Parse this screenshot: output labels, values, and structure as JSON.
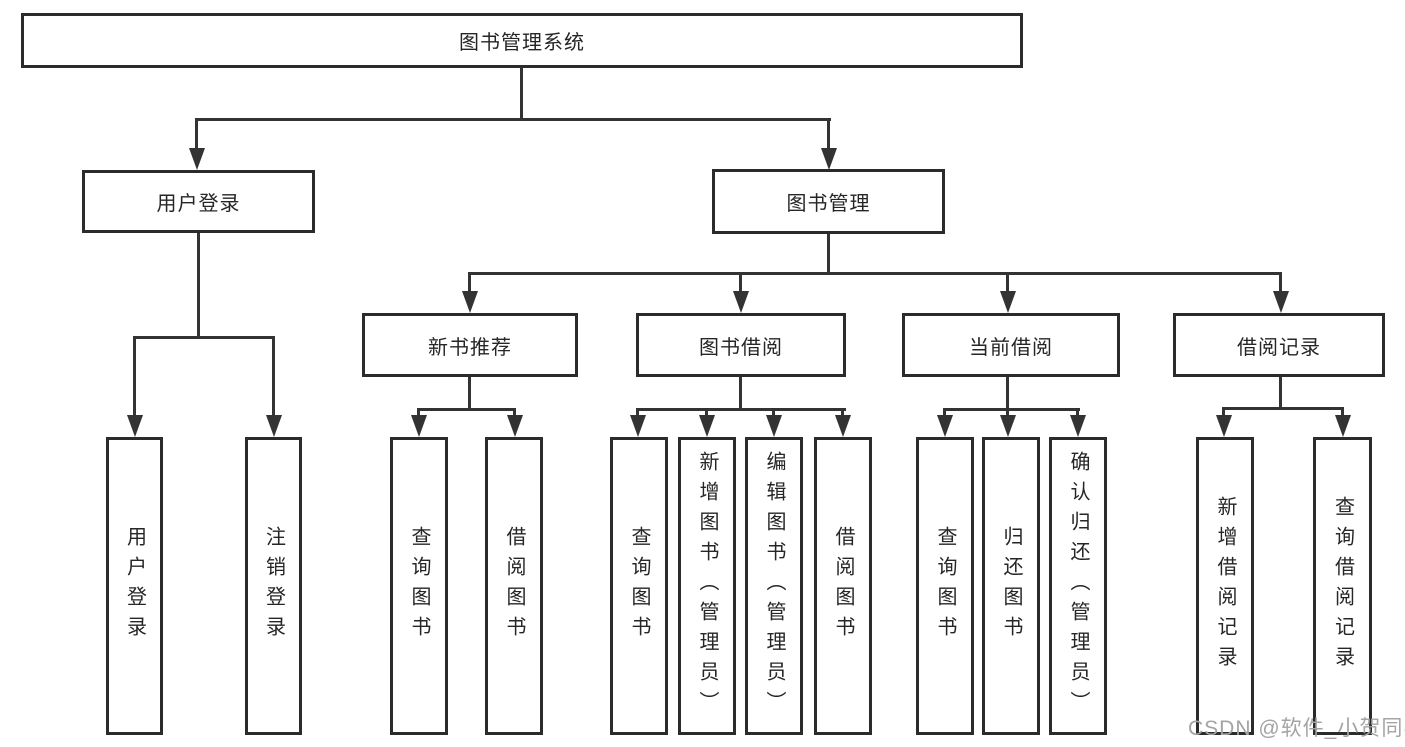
{
  "diagram_title": "图书管理系统",
  "tree": {
    "root": {
      "label": "图书管理系统",
      "children": [
        {
          "label": "用户登录",
          "children": [
            {
              "label": "用户登录"
            },
            {
              "label": "注销登录"
            }
          ]
        },
        {
          "label": "图书管理",
          "children": [
            {
              "label": "新书推荐",
              "children": [
                {
                  "label": "查询图书"
                },
                {
                  "label": "借阅图书"
                }
              ]
            },
            {
              "label": "图书借阅",
              "children": [
                {
                  "label": "查询图书"
                },
                {
                  "label": "新增图书（管理员）"
                },
                {
                  "label": "编辑图书（管理员）"
                },
                {
                  "label": "借阅图书"
                }
              ]
            },
            {
              "label": "当前借阅",
              "children": [
                {
                  "label": "查询图书"
                },
                {
                  "label": "归还图书"
                },
                {
                  "label": "确认归还（管理员）"
                }
              ]
            },
            {
              "label": "借阅记录",
              "children": [
                {
                  "label": "新增借阅记录"
                },
                {
                  "label": "查询借阅记录"
                }
              ]
            }
          ]
        }
      ]
    }
  },
  "watermark": {
    "text": "CSDN @软件_小贺同学"
  },
  "colors": {
    "line": "#333333",
    "box_border": "#2b2b2b",
    "box_background": "#ffffff",
    "text": "#262626",
    "watermark": "#a4a4a4",
    "page_background": "#ffffff"
  }
}
